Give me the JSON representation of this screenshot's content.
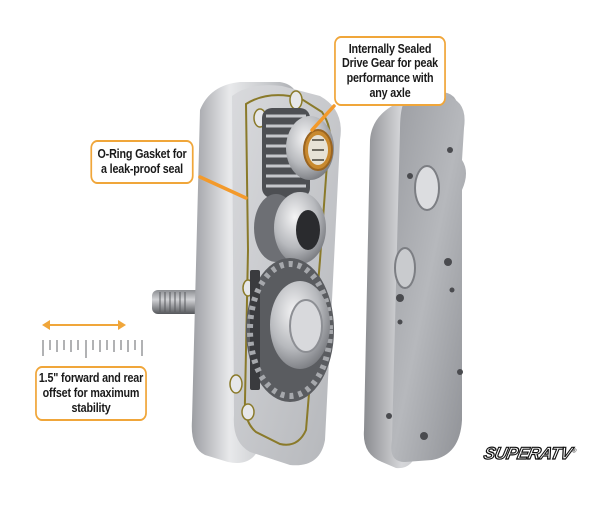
{
  "image": {
    "subject": "Exploded view of a portal gear box housing with gears and cover",
    "background": "#ffffff"
  },
  "callouts": {
    "drive_gear": {
      "lines": [
        "Internally Sealed",
        "Drive Gear for peak",
        "performance with",
        "any axle"
      ]
    },
    "oring": {
      "lines": [
        "O-Ring Gasket for",
        "a leak-proof seal"
      ]
    },
    "offset": {
      "lines": [
        "1.5\" forward and rear",
        "offset for maximum",
        "stability"
      ]
    }
  },
  "measurement": {
    "arrow": "double-headed-arrow",
    "ruler": "ruler-scale-icon"
  },
  "logo": {
    "text": "SUPERATV",
    "mark": "®"
  },
  "colors": {
    "accent": "#f0a63a",
    "leader_line": "#f39a2b",
    "gasket": "#8a7a2a",
    "metal_light": "#e2e3e6",
    "metal_mid": "#b9bbc0",
    "metal_dark": "#6c6e74",
    "text": "#1a1a1a"
  }
}
